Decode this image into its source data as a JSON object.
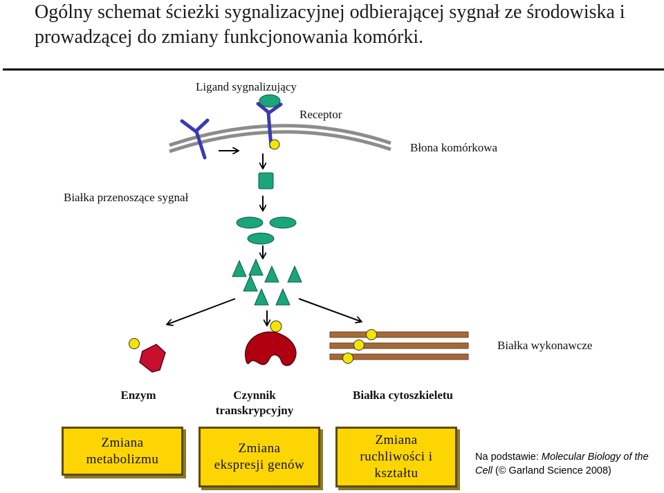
{
  "title": "Ogólny schemat ścieżki sygnalizacyjnej odbierającej sygnał ze środowiska i prowadzącej do zmiany funkcjonowania komórki.",
  "labels": {
    "ligand": "Ligand sygnalizujący",
    "receptor": "Receptor",
    "membrane": "Błona komórkowa",
    "transfer_proteins": "Białka przenoszące sygnał",
    "effector_proteins": "Białka wykonawcze"
  },
  "effectors": {
    "enzyme": "Enzym",
    "transcription_factor": [
      "Czynnik",
      "transkrypcyjny"
    ],
    "cytoskeleton": "Białka cytoszkieletu"
  },
  "outcomes": {
    "metabolism": [
      "Zmiana",
      "metabolizmu"
    ],
    "gene_expression": [
      "Zmiana",
      "ekspresji genów"
    ],
    "motility": [
      "Zmiana",
      "ruchliwości i",
      "kształtu"
    ]
  },
  "credit": {
    "prefix": "Na podstawie: ",
    "book_part1": "Molecular Biology of the",
    "book_part2": "Cell",
    "suffix": " (© Garland Science 2008)"
  },
  "colors": {
    "membrane": "#8c8c8c",
    "receptor": "#3a3ab0",
    "signal_protein": "#1aa57a",
    "yellow_marker": "#f5e400",
    "enzyme": "#c8102e",
    "cytoskeleton": "#a56a3a",
    "outcome_box": "#fdd503"
  }
}
